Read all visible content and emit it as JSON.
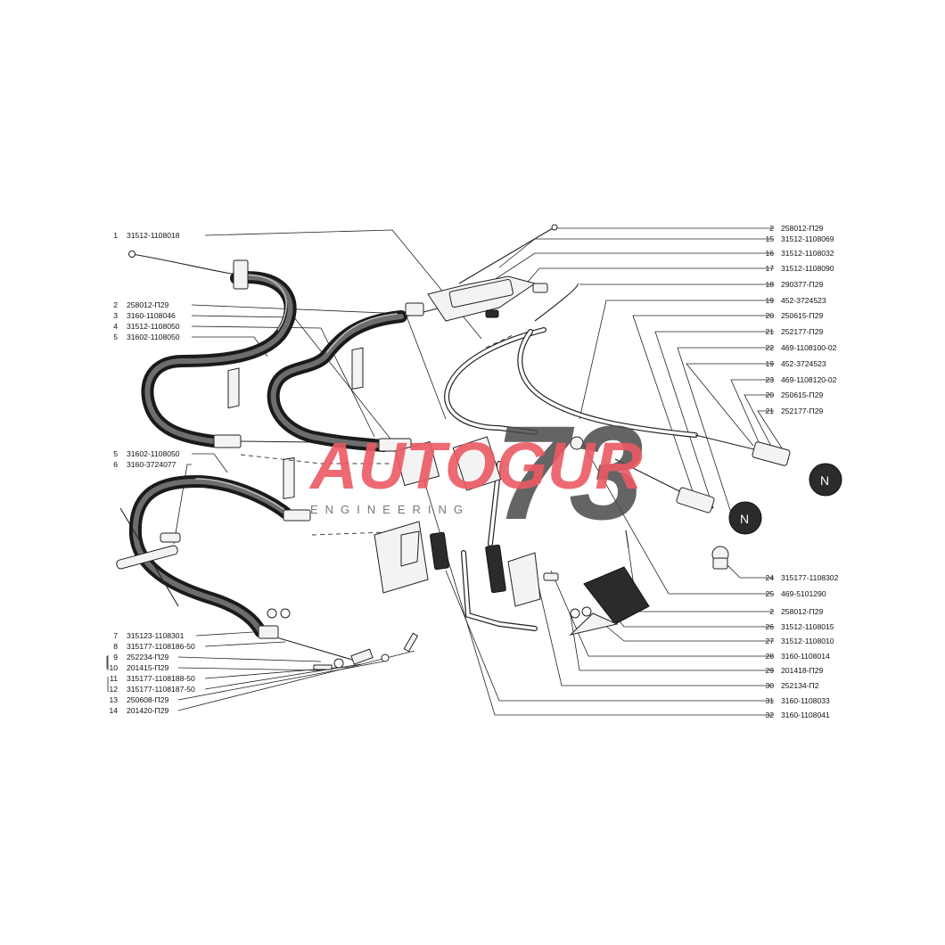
{
  "watermark": {
    "brand": "AUTOGUR",
    "number": "73",
    "tagline": "ENGINEERING",
    "brand_color": "#ec5a63",
    "number_color": "#4a4a4a"
  },
  "left_labels": [
    {
      "num": "1",
      "code": "31512-1108018"
    },
    {
      "num": "2",
      "code": "258012-П29"
    },
    {
      "num": "3",
      "code": "3160-1108046"
    },
    {
      "num": "4",
      "code": "31512-1108050"
    },
    {
      "num": "5",
      "code": "31602-1108050"
    },
    {
      "num": "5",
      "code": "31602-1108050"
    },
    {
      "num": "6",
      "code": "3160-3724077"
    },
    {
      "num": "7",
      "code": "315123-1108301"
    },
    {
      "num": "8",
      "code": "315177-1108186-50"
    },
    {
      "num": "9",
      "code": "252234-П29"
    },
    {
      "num": "10",
      "code": "201415-П29"
    },
    {
      "num": "11",
      "code": "315177-1108188-50"
    },
    {
      "num": "12",
      "code": "315177-1108187-50"
    },
    {
      "num": "13",
      "code": "250608-П29"
    },
    {
      "num": "14",
      "code": "201420-П29"
    }
  ],
  "right_labels": [
    {
      "num": "2",
      "code": "258012-П29"
    },
    {
      "num": "15",
      "code": "31512-1108069"
    },
    {
      "num": "16",
      "code": "31512-1108032"
    },
    {
      "num": "17",
      "code": "31512-1108090"
    },
    {
      "num": "18",
      "code": "290377-П29"
    },
    {
      "num": "19",
      "code": "452-3724523"
    },
    {
      "num": "20",
      "code": "250615-П29"
    },
    {
      "num": "21",
      "code": "252177-П29"
    },
    {
      "num": "22",
      "code": "469-1108100-02"
    },
    {
      "num": "19",
      "code": "452-3724523"
    },
    {
      "num": "23",
      "code": "469-1108120-02"
    },
    {
      "num": "20",
      "code": "250615-П29"
    },
    {
      "num": "21",
      "code": "252177-П29"
    },
    {
      "num": "24",
      "code": "315177-1108302"
    },
    {
      "num": "25",
      "code": "469-5101290"
    },
    {
      "num": "2",
      "code": "258012-П29"
    },
    {
      "num": "26",
      "code": "31512-1108015"
    },
    {
      "num": "27",
      "code": "31512-1108010"
    },
    {
      "num": "28",
      "code": "3160-1108014"
    },
    {
      "num": "29",
      "code": "201418-П29"
    },
    {
      "num": "30",
      "code": "252134-П2"
    },
    {
      "num": "31",
      "code": "3160-1108033"
    },
    {
      "num": "32",
      "code": "3160-1108041"
    }
  ]
}
